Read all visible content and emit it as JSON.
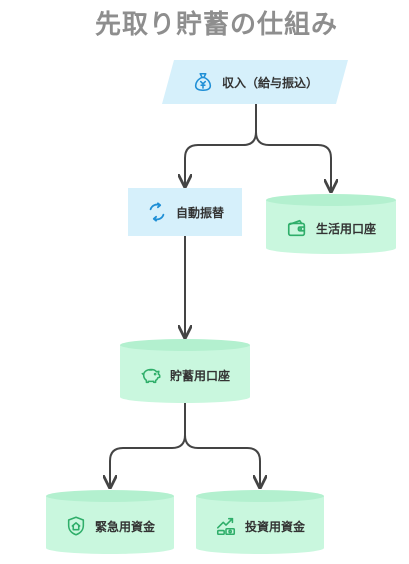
{
  "title": "先取り貯蓄の仕組み",
  "nodes": {
    "income": {
      "label": "収入（給与振込）",
      "icon": "money-bag-icon"
    },
    "transfer": {
      "label": "自動振替",
      "icon": "cycle-arrows-icon"
    },
    "living": {
      "label": "生活用口座",
      "icon": "wallet-icon"
    },
    "savings": {
      "label": "貯蓄用口座",
      "icon": "piggy-bank-icon"
    },
    "emergency": {
      "label": "緊急用資金",
      "icon": "shield-home-icon"
    },
    "investment": {
      "label": "投資用資金",
      "icon": "growth-chart-icon"
    }
  },
  "colors": {
    "blue_fill": "#d6f0fb",
    "green_fill": "#c9f7de",
    "arrow": "#444444",
    "title": "#8e8e8e"
  }
}
